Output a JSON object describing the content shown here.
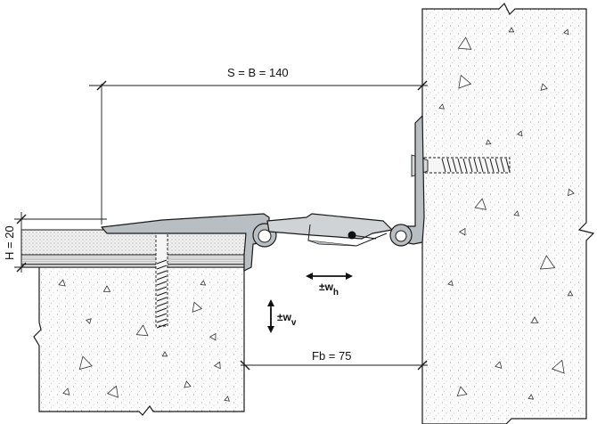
{
  "labels": {
    "span": "S = B = 140",
    "height": "H = 20",
    "gap": "Fb =  75",
    "movement_h_main": "±w",
    "movement_h_sub": "h",
    "movement_v_main": "±w",
    "movement_v_sub": "v"
  },
  "colors": {
    "line": "#1a1a1a",
    "profile": "#b9bec2",
    "screed": "#eeeeee",
    "concrete": "#fbfbfb"
  }
}
